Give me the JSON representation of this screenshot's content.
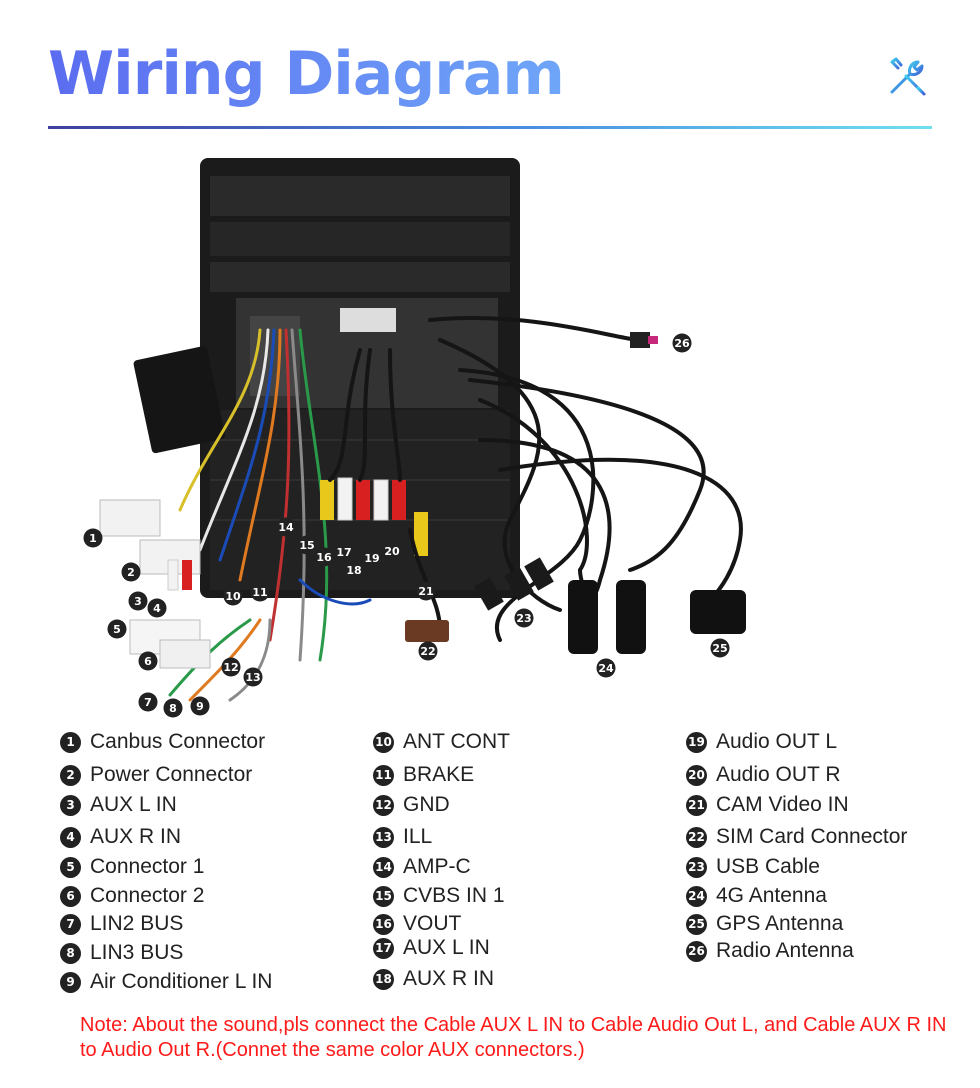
{
  "header": {
    "title": "Wiring Diagram",
    "icon": "tools-icon"
  },
  "colors": {
    "title_start": "#5b6cf0",
    "title_end": "#6fa6f8",
    "note": "#ff1a1a",
    "badge": "#222222"
  },
  "diagram_labels": [
    "1",
    "2",
    "3",
    "4",
    "5",
    "6",
    "7",
    "8",
    "9",
    "10",
    "11",
    "12",
    "13",
    "14",
    "15",
    "16",
    "17",
    "18",
    "19",
    "20",
    "21",
    "22",
    "23",
    "24",
    "25",
    "26"
  ],
  "legend": {
    "col1": [
      {
        "num": "1",
        "label": "Canbus Connector"
      },
      {
        "num": "2",
        "label": "Power Connector"
      },
      {
        "num": "3",
        "label": "AUX L IN"
      },
      {
        "num": "4",
        "label": "AUX R IN"
      },
      {
        "num": "5",
        "label": "Connector 1"
      },
      {
        "num": "6",
        "label": "Connector 2"
      },
      {
        "num": "7",
        "label": "LIN2 BUS"
      },
      {
        "num": "8",
        "label": "LIN3 BUS"
      },
      {
        "num": "9",
        "label": "Air Conditioner L IN"
      }
    ],
    "col2": [
      {
        "num": "10",
        "label": "ANT CONT"
      },
      {
        "num": "11",
        "label": "BRAKE"
      },
      {
        "num": "12",
        "label": "GND"
      },
      {
        "num": "13",
        "label": "ILL"
      },
      {
        "num": "14",
        "label": "AMP-C"
      },
      {
        "num": "15",
        "label": "CVBS IN 1"
      },
      {
        "num": "16",
        "label": "VOUT"
      },
      {
        "num": "17",
        "label": "AUX L IN"
      },
      {
        "num": "18",
        "label": "AUX R IN"
      }
    ],
    "col3": [
      {
        "num": "19",
        "label": "Audio OUT L"
      },
      {
        "num": "20",
        "label": "Audio OUT R"
      },
      {
        "num": "21",
        "label": "CAM Video IN"
      },
      {
        "num": "22",
        "label": "SIM Card Connector"
      },
      {
        "num": "23",
        "label": "USB Cable"
      },
      {
        "num": "24",
        "label": "4G Antenna"
      },
      {
        "num": "25",
        "label": "GPS Antenna"
      },
      {
        "num": "26",
        "label": "Radio Antenna"
      }
    ]
  },
  "note": "Note: About the sound,pls connect the Cable AUX L IN to Cable Audio Out L, and Cable AUX R IN to  Audio Out R.(Connet the same color AUX connectors.)"
}
